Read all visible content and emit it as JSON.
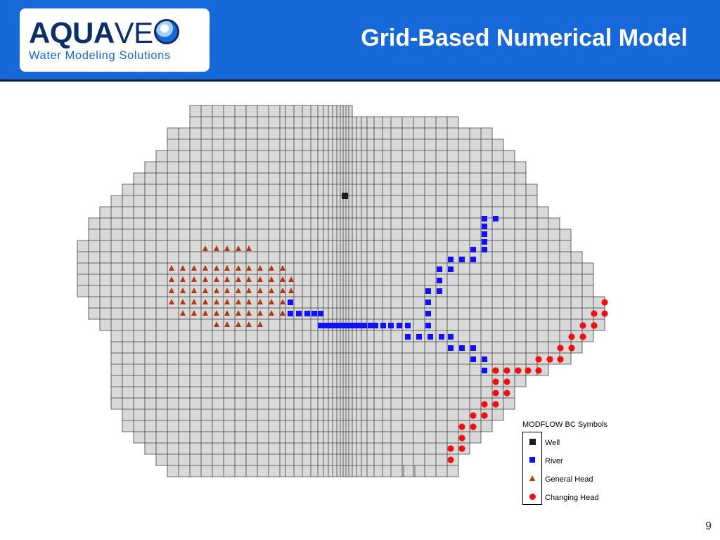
{
  "header": {
    "logo": {
      "word_bold": "AQUA",
      "word_light": "VE",
      "tagline": "Water Modeling Solutions"
    },
    "title": "Grid-Based Numerical Model",
    "background_color": "#1769d9"
  },
  "legend": {
    "title": "MODFLOW BC Symbols",
    "items": [
      {
        "label": "Well",
        "symbol": "black-square",
        "color": "#1b1b1b"
      },
      {
        "label": "River",
        "symbol": "blue-square",
        "color": "#1010ff"
      },
      {
        "label": "General Head",
        "symbol": "brown-triangle",
        "color": "#b2380e"
      },
      {
        "label": "Changing Head",
        "symbol": "red-circle",
        "color": "#ee1111"
      }
    ]
  },
  "grid": {
    "cell_fill": "#d9d9d9",
    "line_color": "#404040"
  },
  "page_number": "9"
}
